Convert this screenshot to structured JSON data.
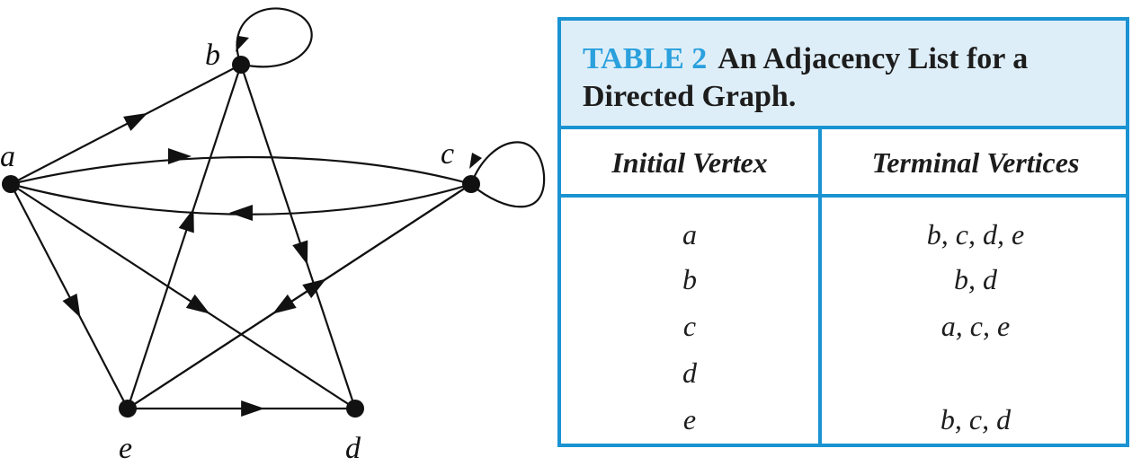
{
  "graph": {
    "vertices": [
      {
        "id": "a",
        "label": "a"
      },
      {
        "id": "b",
        "label": "b"
      },
      {
        "id": "c",
        "label": "c"
      },
      {
        "id": "d",
        "label": "d"
      },
      {
        "id": "e",
        "label": "e"
      }
    ],
    "edges": [
      {
        "from": "a",
        "to": "b"
      },
      {
        "from": "a",
        "to": "c"
      },
      {
        "from": "a",
        "to": "d"
      },
      {
        "from": "a",
        "to": "e"
      },
      {
        "from": "b",
        "to": "b"
      },
      {
        "from": "b",
        "to": "d"
      },
      {
        "from": "c",
        "to": "a"
      },
      {
        "from": "c",
        "to": "c"
      },
      {
        "from": "c",
        "to": "e"
      },
      {
        "from": "e",
        "to": "b"
      },
      {
        "from": "e",
        "to": "c"
      },
      {
        "from": "e",
        "to": "d"
      }
    ]
  },
  "table": {
    "label": "TABLE 2",
    "caption": "An Adjacency List for a Directed Graph.",
    "col_initial": "Initial Vertex",
    "col_terminal": "Terminal Vertices",
    "rows": [
      {
        "initial": "a",
        "terminal": "b, c, d, e"
      },
      {
        "initial": "b",
        "terminal": "b, d"
      },
      {
        "initial": "c",
        "terminal": "a, c, e"
      },
      {
        "initial": "d",
        "terminal": ""
      },
      {
        "initial": "e",
        "terminal": "b, c, d"
      }
    ]
  }
}
